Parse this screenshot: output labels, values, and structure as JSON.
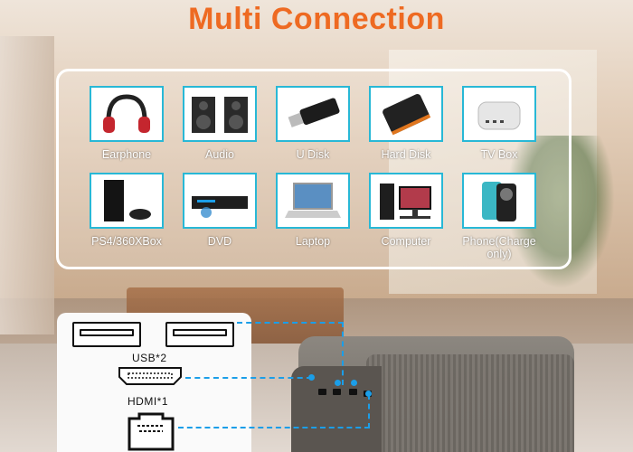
{
  "title": "Multi Connection",
  "devices": [
    {
      "label": "Earphone",
      "icon": "headphones-icon"
    },
    {
      "label": "Audio",
      "icon": "speakers-icon"
    },
    {
      "label": "U Disk",
      "icon": "usb-drive-icon"
    },
    {
      "label": "Hard Disk",
      "icon": "hard-disk-icon"
    },
    {
      "label": "TV Box",
      "icon": "tv-box-icon"
    },
    {
      "label": "PS4/360XBox",
      "icon": "game-console-icon"
    },
    {
      "label": "DVD",
      "icon": "dvd-player-icon"
    },
    {
      "label": "Laptop",
      "icon": "laptop-icon"
    },
    {
      "label": "Computer",
      "icon": "computer-icon"
    },
    {
      "label": "Phone(Charge only)",
      "icon": "phone-icon"
    }
  ],
  "ports": {
    "usb_label": "USB*2",
    "hdmi_label": "HDMI*1"
  },
  "colors": {
    "title": "#ee6a22",
    "tile_border": "#28b8d6",
    "connector": "#1b9ee8"
  }
}
